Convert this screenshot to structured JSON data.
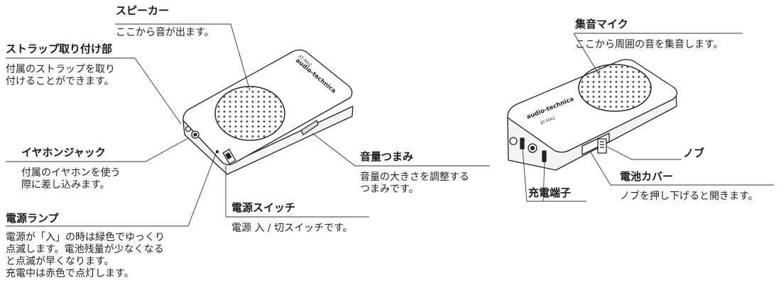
{
  "brand": "audio-technica",
  "model": "AT-MA2",
  "callouts": [
    {
      "title": "スピーカー",
      "lines": [
        "ここから音が出ます。"
      ]
    },
    {
      "title": "ストラップ取り付け部",
      "lines": [
        "付属のストラップを取り",
        "付けることができます。"
      ]
    },
    {
      "title": "イヤホンジャック",
      "lines": [
        "付属のイヤホンを使う",
        "際に差し込みます。"
      ]
    },
    {
      "title": "電源ランプ",
      "lines": [
        "電源が「入」の時は緑色でゆっくり",
        "点滅します。電池残量が少なくなる",
        "と点滅が早くなります。",
        "充電中は赤色で点灯します。"
      ]
    },
    {
      "title": "電源スイッチ",
      "lines": [
        "電源 入 / 切スイッチです。"
      ]
    },
    {
      "title": "音量つまみ",
      "lines": [
        "音量の大きさを調整する",
        "つまみです。"
      ]
    },
    {
      "title": "集音マイク",
      "lines": [
        "ここから周囲の音を集音します。"
      ]
    },
    {
      "title": "ノブ",
      "lines": []
    },
    {
      "title": "電池カバー",
      "lines": [
        "ノブを押し下げると開きます。"
      ]
    },
    {
      "title": "充電端子",
      "lines": []
    }
  ]
}
